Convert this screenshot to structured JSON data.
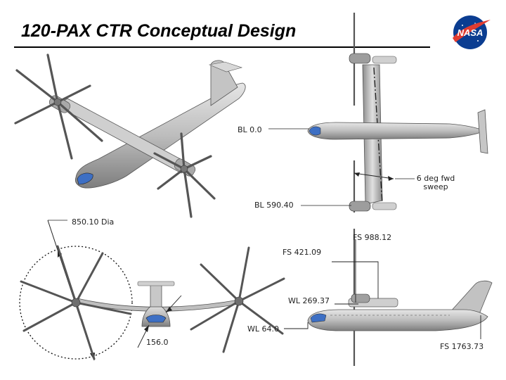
{
  "title": "120-PAX CTR Conceptual Design",
  "logo_text": "NASA",
  "annotations": {
    "bl_center": "BL 0.0",
    "sweep_line1": "6 deg fwd",
    "sweep_line2": "sweep",
    "bl_tip": "BL 590.40",
    "rotor_dia": "850.10 Dia",
    "fs_wing": "FS 988.12",
    "fs_mid": "FS 421.09",
    "wl_top": "WL 269.37",
    "wl_bottom": "WL 64.0",
    "front_width": "156.0",
    "fs_tail": "FS 1763.73"
  },
  "colors": {
    "fuselage": "#bdbdbd",
    "shade": "#8a8a8a",
    "canopy": "#3d6fc4",
    "logo_blue": "#0b3d91",
    "logo_red": "#e03c31"
  }
}
